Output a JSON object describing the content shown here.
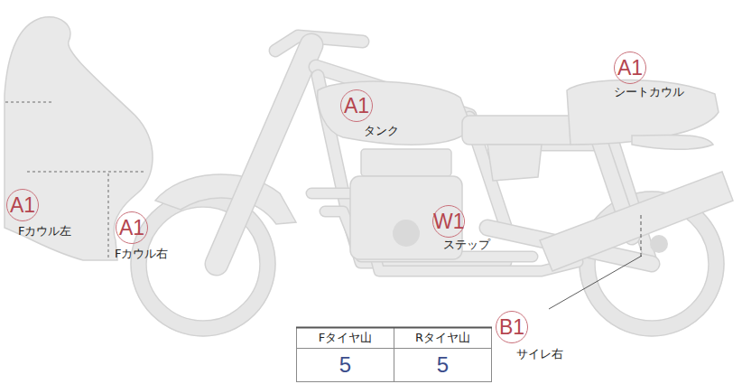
{
  "diagram": {
    "nodes": [
      {
        "text": [
          "A1",
          "シートカウル"
        ]
      },
      {
        "text": [
          "A1",
          "タンク"
        ]
      },
      {
        "text": [
          "A1",
          "Fカウル左"
        ]
      },
      {
        "text": [
          "A1",
          "Fカウル右"
        ]
      },
      {
        "text": [
          "W1",
          "ステップ"
        ]
      },
      {
        "text": [
          "B1",
          "サイレ右"
        ]
      }
    ],
    "labels": [
      "Fタイヤ山",
      "Rタイヤ山",
      "5",
      "5"
    ]
  }
}
